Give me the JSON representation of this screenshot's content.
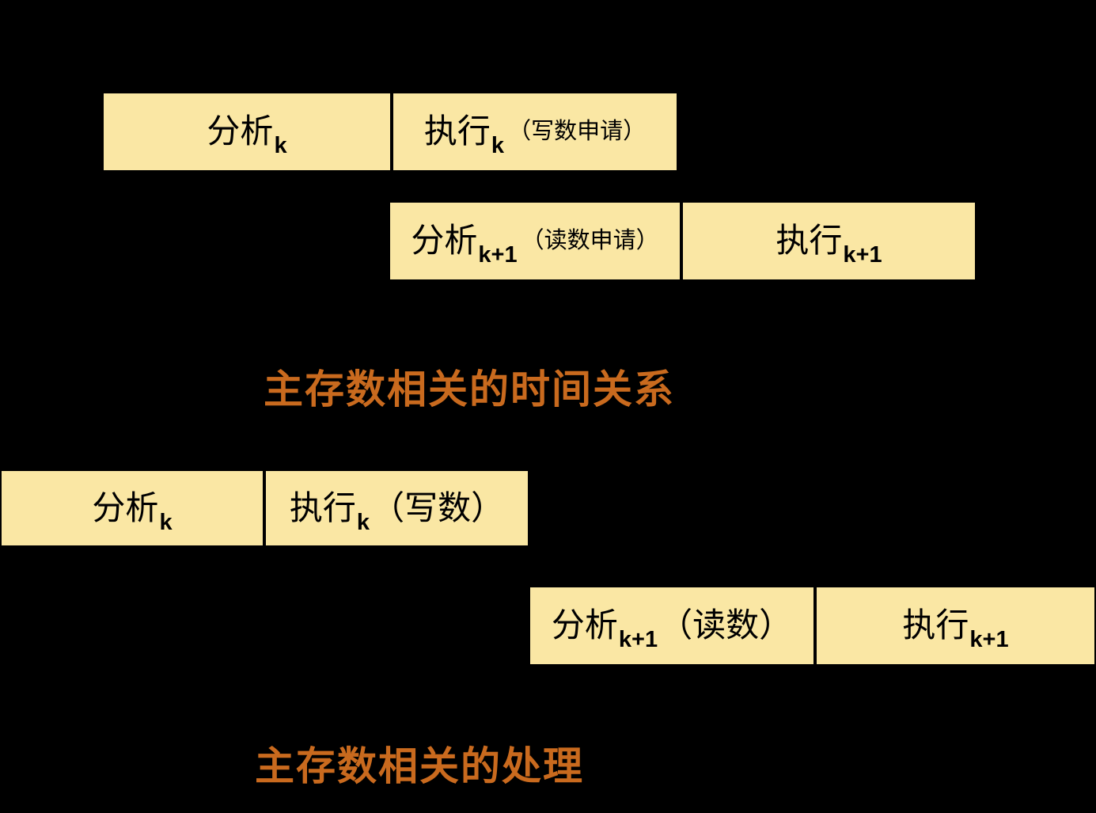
{
  "colors": {
    "background": "#000000",
    "box_fill": "#FAE7A4",
    "box_divider": "#000000",
    "box_text": "#000000",
    "caption_text": "#C96A1E"
  },
  "timing_diagram": {
    "caption": "主存数相关的时间关系",
    "row_k": {
      "analyze": {
        "main": "分析",
        "sub": "k"
      },
      "execute": {
        "main": "执行",
        "sub": "k",
        "note": "（写数申请）"
      }
    },
    "row_k1": {
      "analyze": {
        "main": "分析",
        "sub": "k+1",
        "note": "（读数申请）"
      },
      "execute": {
        "main": "执行",
        "sub": "k+1"
      }
    }
  },
  "handling_diagram": {
    "caption": "主存数相关的处理",
    "row_k": {
      "analyze": {
        "main": "分析",
        "sub": "k"
      },
      "execute": {
        "main": "执行",
        "sub": "k",
        "note": "（写数）"
      }
    },
    "row_k1": {
      "analyze": {
        "main": "分析",
        "sub": "k+1",
        "note": "（读数）"
      },
      "execute": {
        "main": "执行",
        "sub": "k+1"
      }
    }
  }
}
